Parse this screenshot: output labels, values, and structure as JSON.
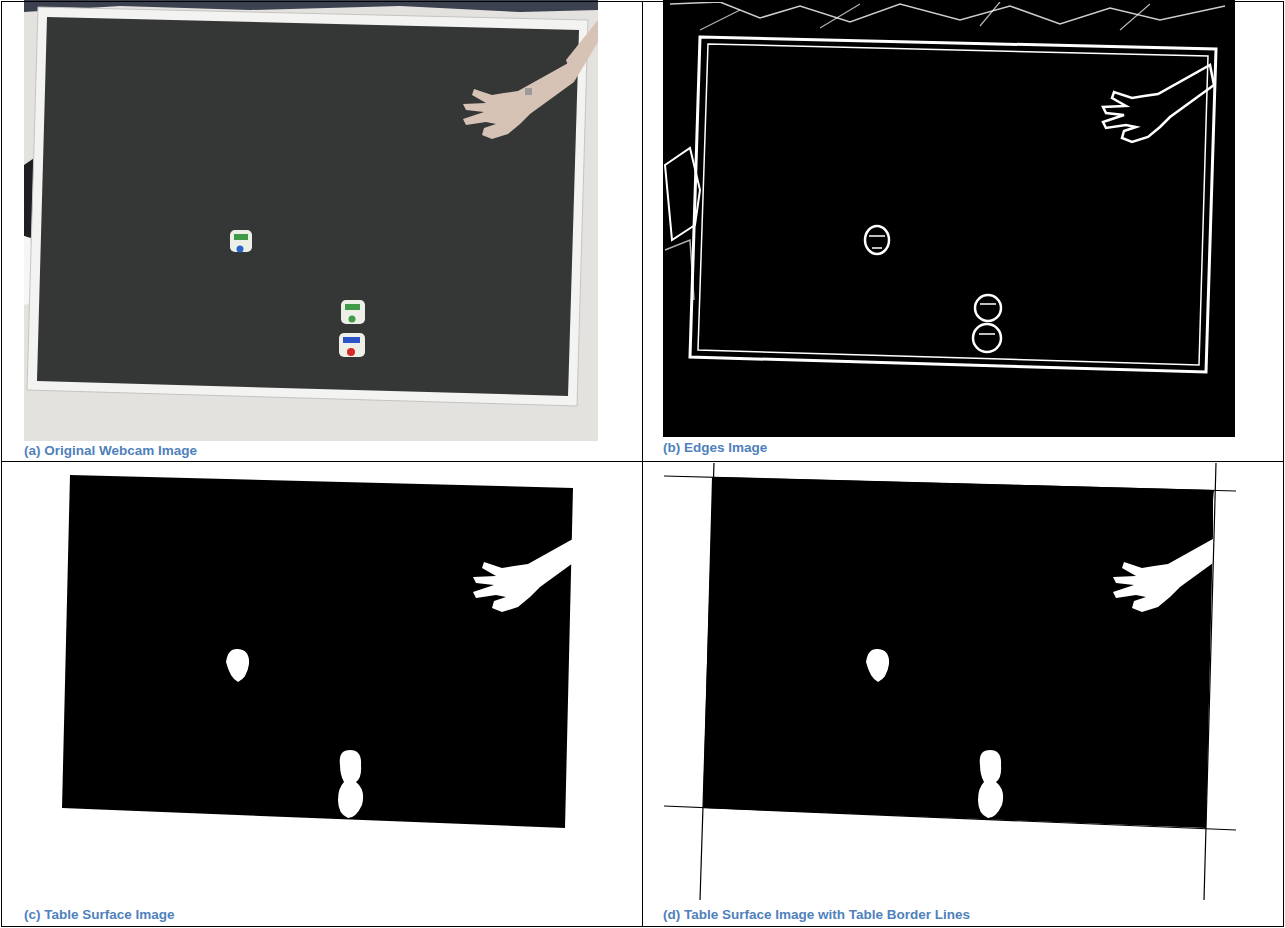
{
  "diagram": {
    "labels": [
      "(a) Original Webcam Image",
      "(b) Edges Image",
      "(c) Table Surface Image",
      "(d) Table Surface Image with Table Border Lines"
    ]
  }
}
